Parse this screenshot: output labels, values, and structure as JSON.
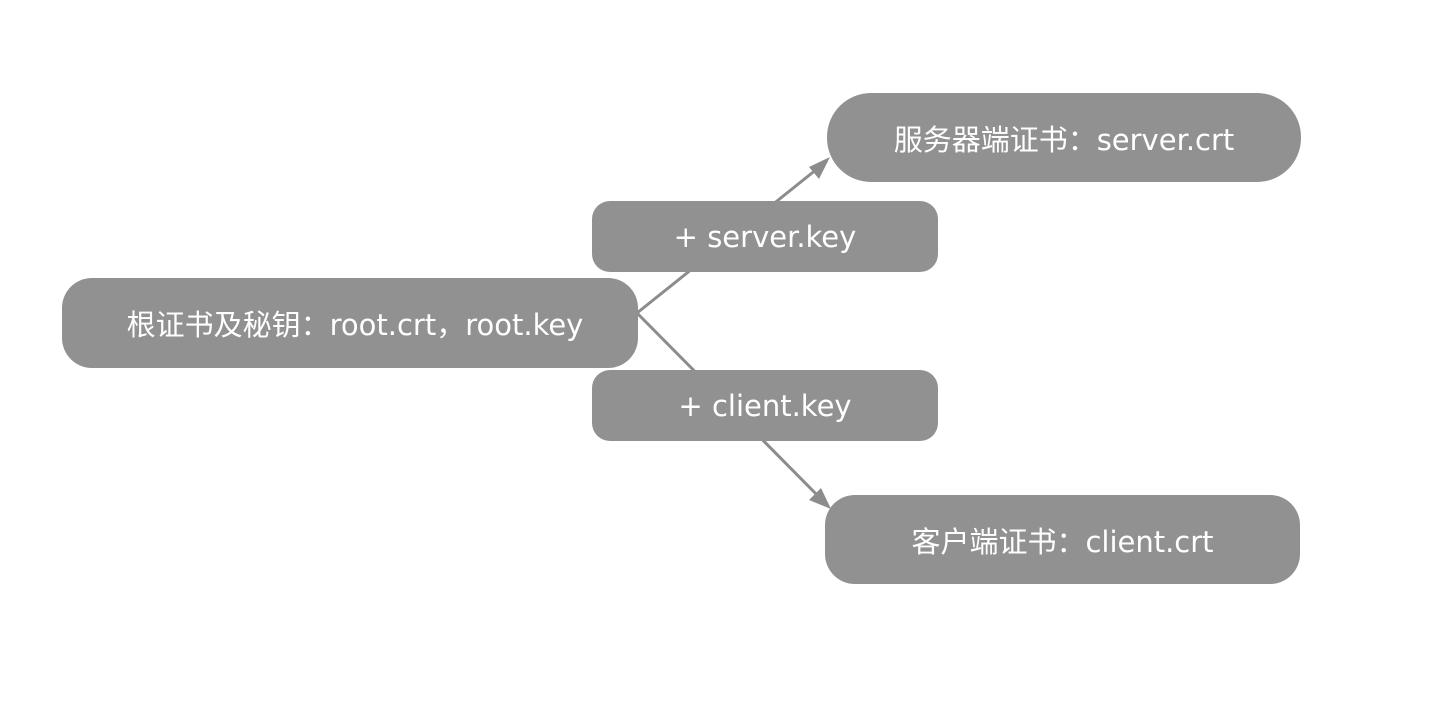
{
  "nodes": {
    "root": {
      "label": "根证书及秘钥：root.crt，root.key"
    },
    "server_key": {
      "label": "+ server.key"
    },
    "client_key": {
      "label": "+ client.key"
    },
    "server_crt": {
      "label": "服务器端证书：server.crt"
    },
    "client_crt": {
      "label": "客户端证书：client.crt"
    }
  },
  "edges": [
    {
      "from": "root",
      "via": "server_key",
      "to": "server_crt"
    },
    {
      "from": "root",
      "via": "client_key",
      "to": "client_crt"
    }
  ],
  "colors": {
    "node_fill": "#919191",
    "node_text": "#ffffff",
    "edge": "#8c8c8c",
    "background": "#ffffff"
  }
}
